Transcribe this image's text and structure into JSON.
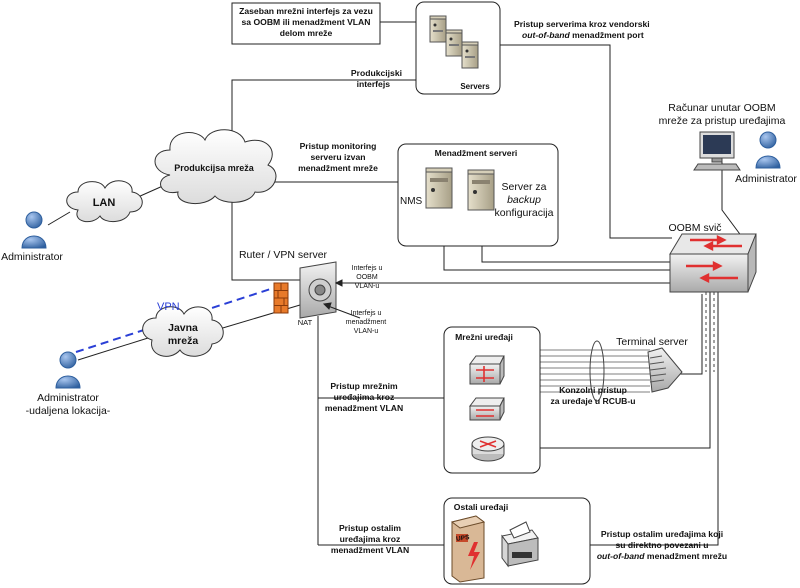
{
  "annotations": {
    "dedicated_if": [
      "Zaseban mrežni interfejs za vezu",
      "sa OOBM ili menadžment VLAN",
      "delom mreže"
    ],
    "production_if": [
      "Produkcijski",
      "interfejs"
    ],
    "vendor_oob": [
      "Pristup serverima kroz vendorski",
      "out-of-band",
      " menadžment port"
    ],
    "monitoring": [
      "Pristup monitoring",
      "serveru izvan",
      "menadžment mreže"
    ],
    "oobm_pc": [
      "Računar unutar OOBM",
      "mreže za pristup uređajima"
    ],
    "iface_oobm": [
      "Interfejs u",
      "OOBM",
      "VLAN-u"
    ],
    "iface_mgmt": [
      "Interfejs u",
      "menadžment",
      "VLAN-u"
    ],
    "net_devices_access": [
      "Pristup mrežnim",
      "uređajima kroz",
      "menadžment VLAN"
    ],
    "console": [
      "Konzolni pristup",
      "za uređaje u RCUB-u"
    ],
    "other_access": [
      "Pristup ostalim",
      "uređajima kroz",
      "menadžment VLAN"
    ],
    "other_direct": [
      "Pristup ostalim uređajima koji",
      "su direktno povezani u",
      "out-of-band",
      " menadžment mrežu"
    ]
  },
  "labels": {
    "servers": "Servers",
    "mgmt_servers": "Menadžment serveri",
    "nms": "NMS",
    "backup": [
      "Server za",
      "backup",
      "konfiguracija"
    ],
    "prod_net": "Produkcijsa mreža",
    "lan": "LAN",
    "public_net": [
      "Javna",
      "mreža"
    ],
    "vpn": "VPN",
    "router": "Ruter / VPN server",
    "nat": "NAT",
    "oobm_switch": "OOBM svič",
    "terminal_server": "Terminal server",
    "net_devices": "Mrežni uređaji",
    "other_devices": "Ostali uređaji",
    "ups": "UPS",
    "admin_left": "Administrator",
    "admin_right": "Administrator",
    "admin_remote": [
      "Administrator",
      "-udaljena lokacija-"
    ]
  },
  "colors": {
    "vpn_line": "#2a3fd6",
    "firewall": "#e87a2a",
    "person": "#4a7ab8",
    "switch_arrows": "#e03030"
  }
}
